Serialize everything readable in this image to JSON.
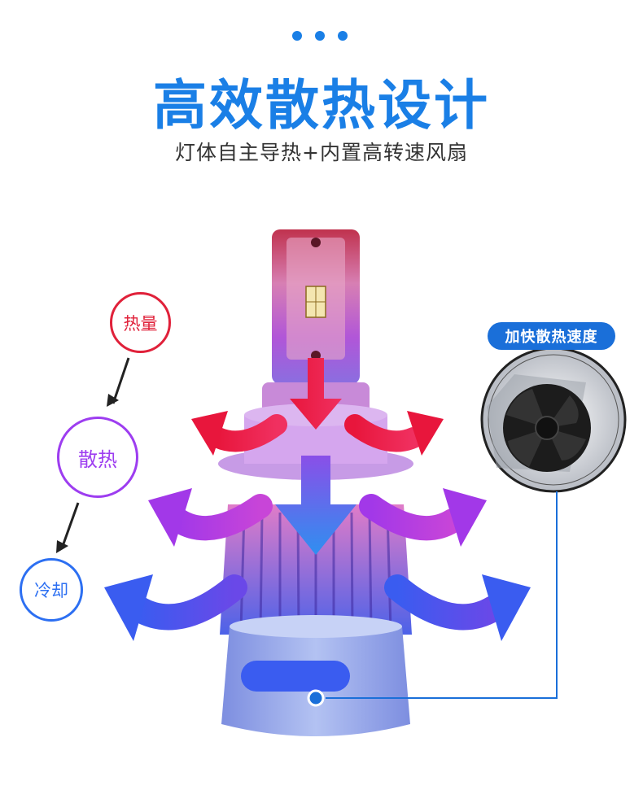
{
  "header": {
    "title": "高效散热设计",
    "subtitle": "灯体自主导热+内置高转速风扇"
  },
  "labels": {
    "heat": "热量",
    "dissipation": "散热",
    "cooling": "冷却",
    "fan_badge": "加快散热速度"
  },
  "colors": {
    "accent_blue": "#1a7fe6",
    "heat_red": "#e0213a",
    "dissipation_purple": "#9d3df0",
    "cooling_blue": "#2c6ff2"
  }
}
